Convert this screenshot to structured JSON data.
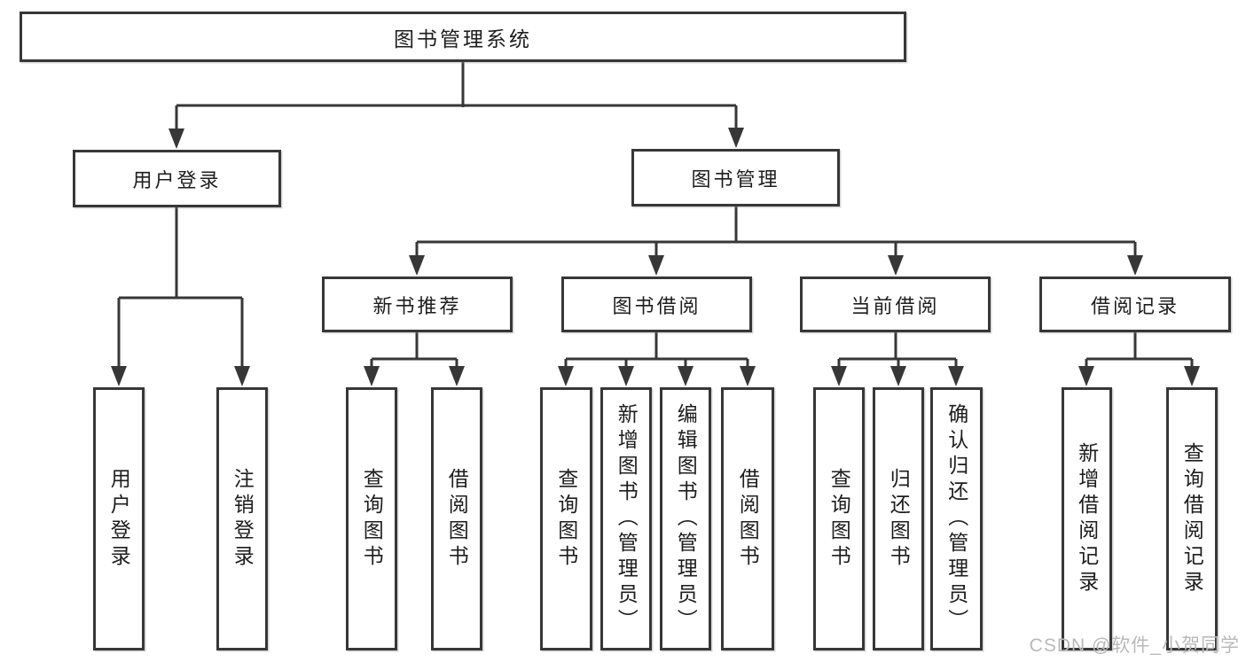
{
  "tree": {
    "root": {
      "label": "图书管理系统",
      "children": [
        {
          "label": "用户登录",
          "children": [
            {
              "label": "用户登录"
            },
            {
              "label": "注销登录"
            }
          ]
        },
        {
          "label": "图书管理",
          "children": [
            {
              "label": "新书推荐",
              "children": [
                {
                  "label": "查询图书"
                },
                {
                  "label": "借阅图书"
                }
              ]
            },
            {
              "label": "图书借阅",
              "children": [
                {
                  "label": "查询图书"
                },
                {
                  "label": "新增图书（管理员）"
                },
                {
                  "label": "编辑图书（管理员）"
                },
                {
                  "label": "借阅图书"
                }
              ]
            },
            {
              "label": "当前借阅",
              "children": [
                {
                  "label": "查询图书"
                },
                {
                  "label": "归还图书"
                },
                {
                  "label": "确认归还（管理员）"
                }
              ]
            },
            {
              "label": "借阅记录",
              "children": [
                {
                  "label": "新增借阅记录"
                },
                {
                  "label": "查询借阅记录"
                }
              ]
            }
          ]
        }
      ]
    }
  },
  "watermark": {
    "text": "CSDN @软件_小贺同学"
  },
  "colors": {
    "line": "#373737",
    "text": "#1d1d1d",
    "background": "#ffffff",
    "watermark": "#b9b9b9"
  }
}
